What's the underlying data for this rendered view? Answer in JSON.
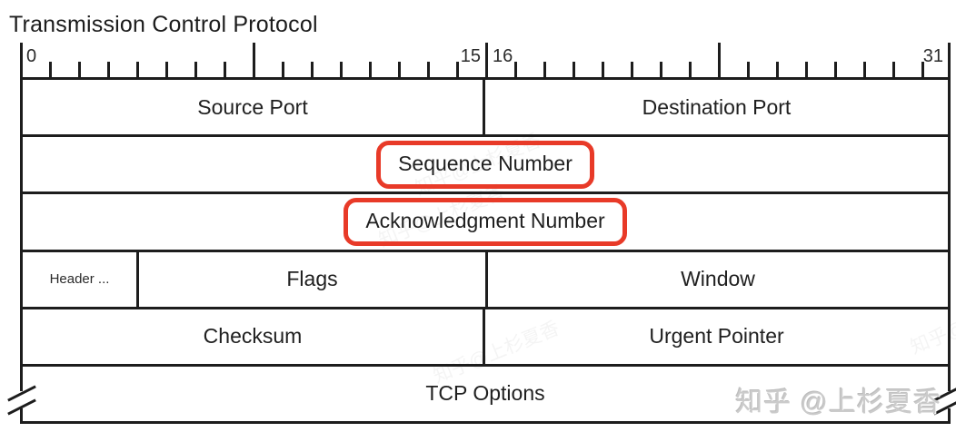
{
  "title": "Transmission Control Protocol",
  "ruler": {
    "bits": 32,
    "tall_ticks": [
      0,
      8,
      16,
      24,
      32
    ],
    "labels": {
      "start": "0",
      "mid_left": "15",
      "mid_right": "16",
      "end": "31"
    }
  },
  "rows": [
    {
      "cells": [
        {
          "label": "Source Port"
        },
        {
          "label": "Destination Port"
        }
      ]
    },
    {
      "cells": [
        {
          "label": "Sequence Number"
        }
      ]
    },
    {
      "cells": [
        {
          "label": "Acknowledgment Number"
        }
      ]
    },
    {
      "cells": [
        {
          "label": "Header ..."
        },
        {
          "label": "Flags"
        },
        {
          "label": "Window"
        }
      ]
    },
    {
      "cells": [
        {
          "label": "Checksum"
        },
        {
          "label": "Urgent Pointer"
        }
      ]
    },
    {
      "cells": [
        {
          "label": "TCP Options"
        }
      ]
    }
  ],
  "highlighted_fields": [
    "Sequence Number",
    "Acknowledgment Number"
  ],
  "colors": {
    "highlight": "#e83a28",
    "line": "#1d1d1d",
    "watermark": "#cbcbcb"
  },
  "watermark": "知乎 @上杉夏香",
  "faint_watermark": "知乎@上杉夏香"
}
